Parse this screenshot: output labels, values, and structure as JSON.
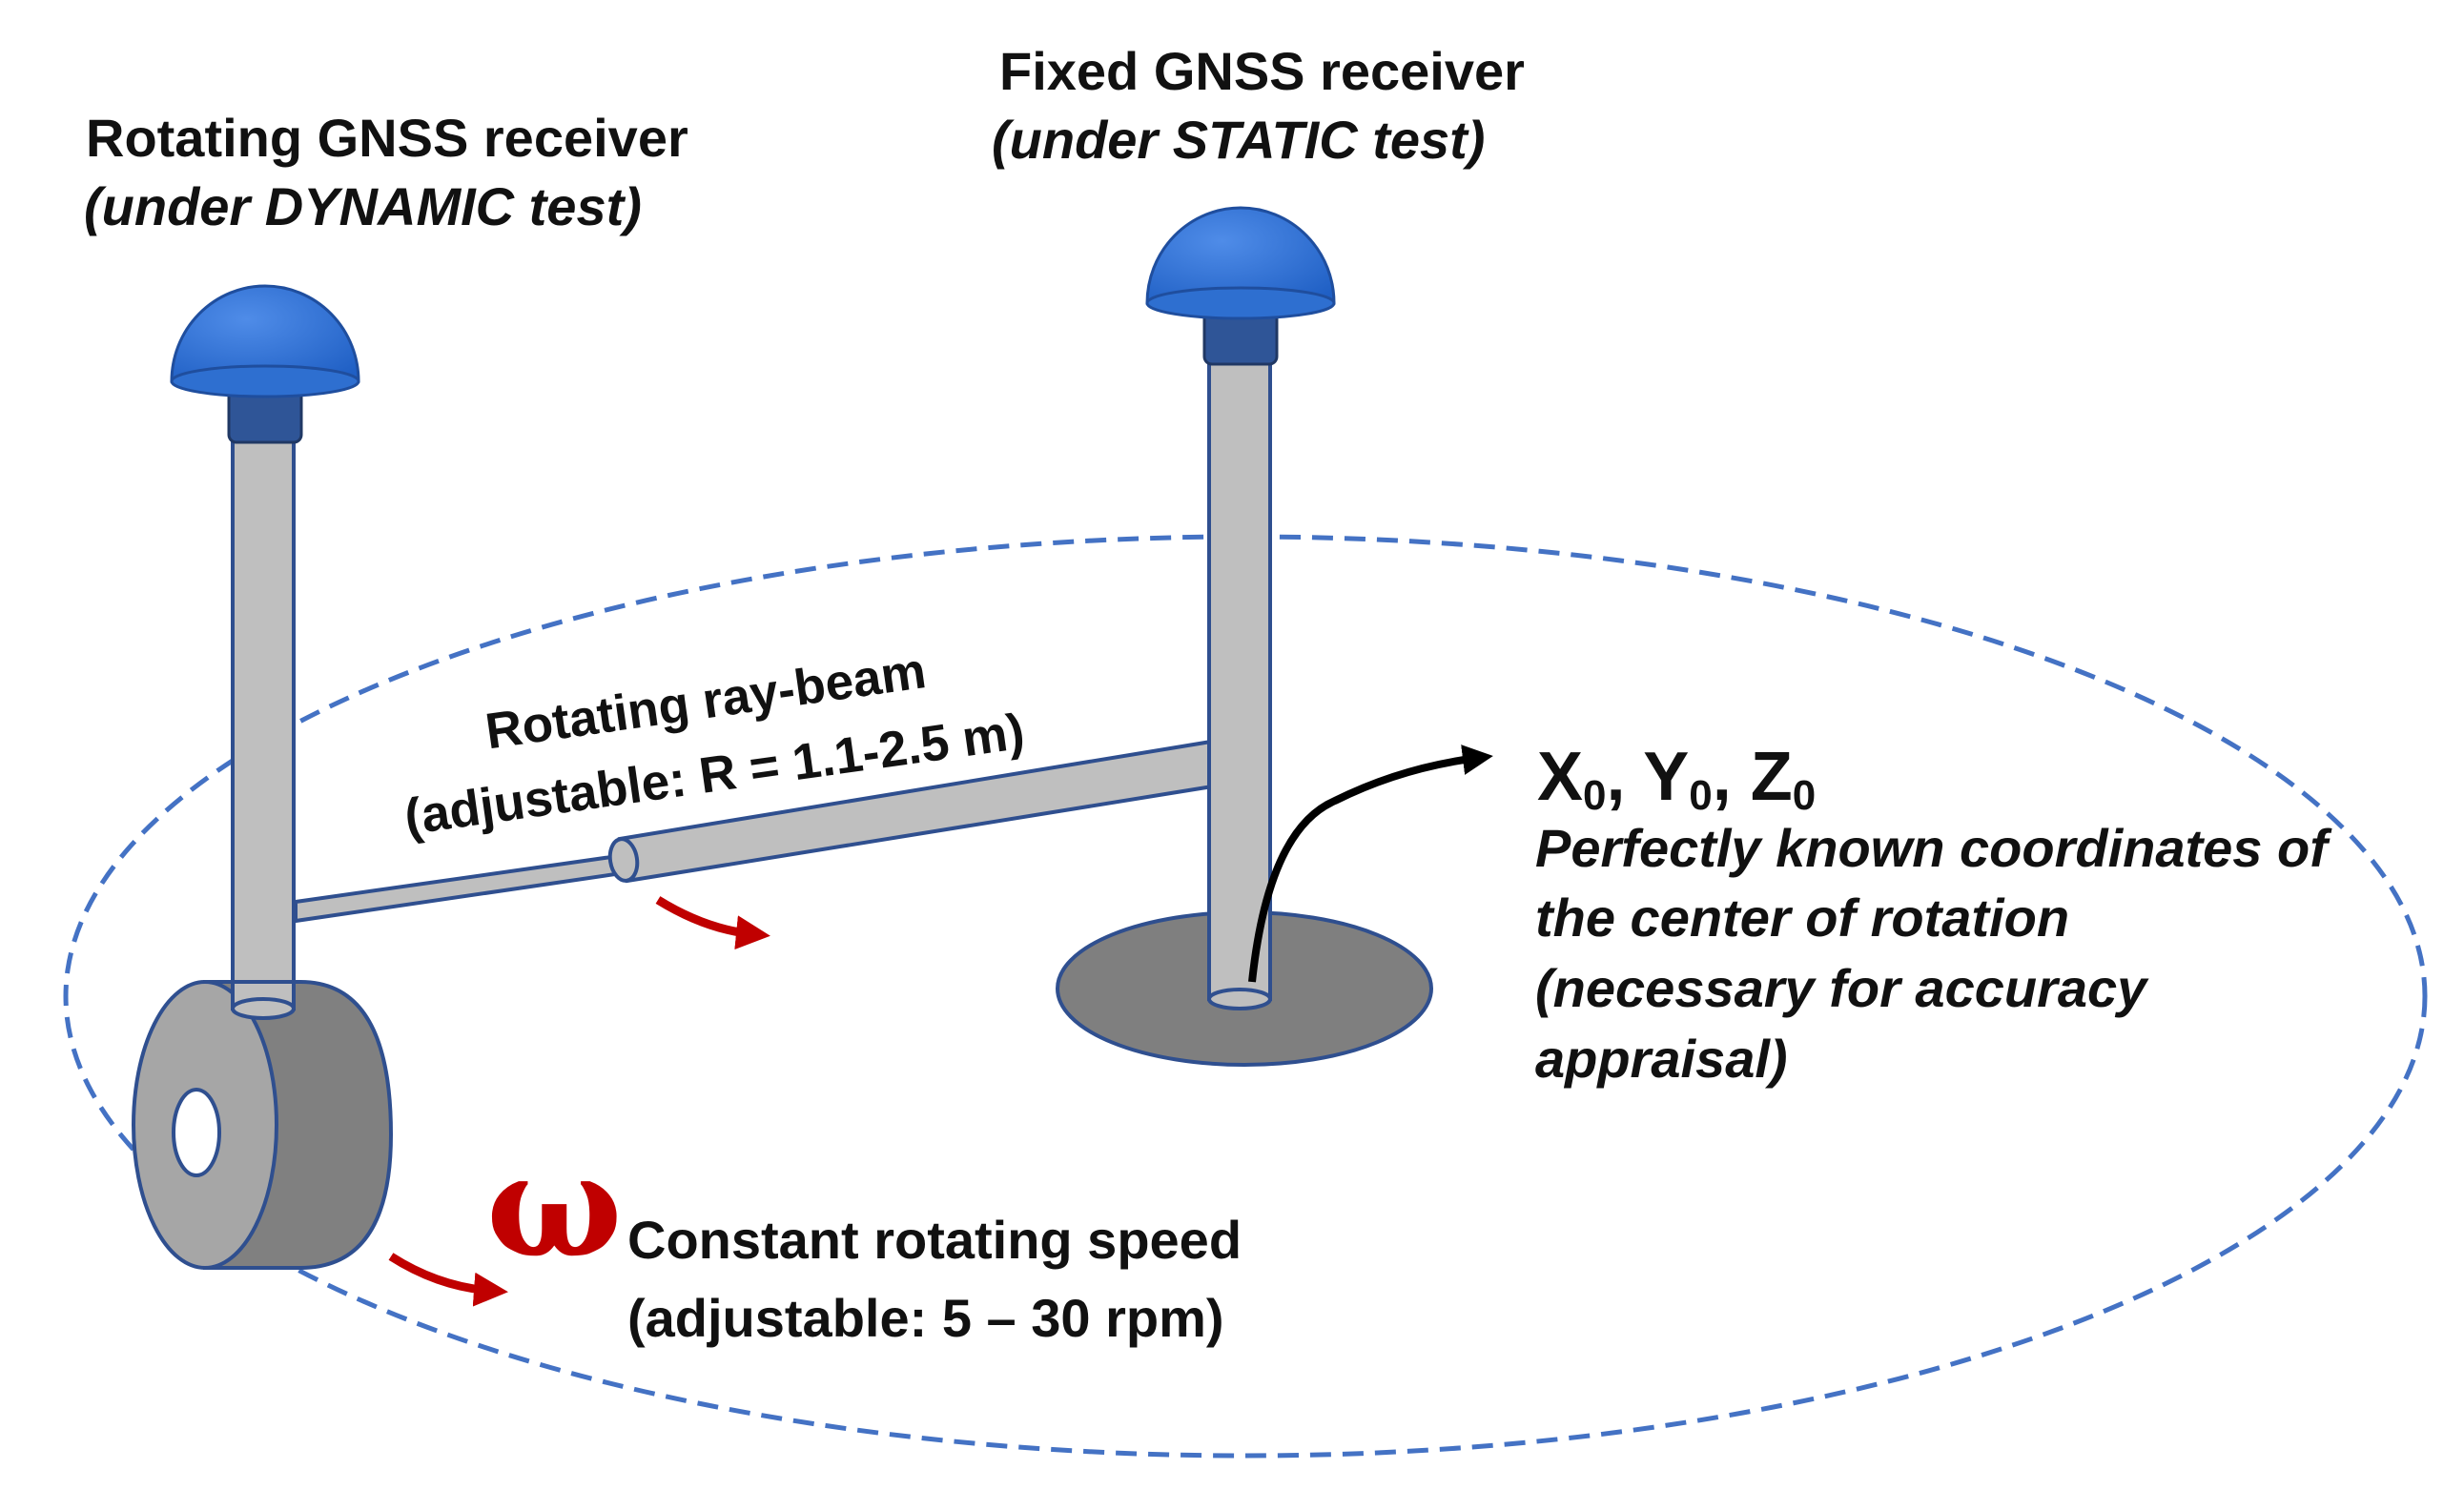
{
  "rotating_receiver": {
    "title": "Rotating GNSS receiver",
    "subtitle": "(under DYNAMIC test)"
  },
  "fixed_receiver": {
    "title": "Fixed GNSS receiver",
    "subtitle": "(under STATIC test)"
  },
  "ray_beam": {
    "line1": "Rotating ray-beam",
    "line2": "(adjustable: R = 1.1-2.5  m)"
  },
  "center": {
    "x": "X",
    "y": "Y",
    "z": "Z",
    "sub": "0",
    "sep": ", ",
    "desc1": "Perfectly known coordinates of",
    "desc2": "the center of rotation",
    "desc3": "(necessary for accuracy",
    "desc4": "appraisal)"
  },
  "speed": {
    "symbol": "ω",
    "line1": "Constant rotating speed",
    "line2": "(adjustable: 5 – 30 rpm)"
  },
  "colors": {
    "antenna_blue": "#2e6fd0",
    "antenna_neck": "#2f5597",
    "pole_gray": "#bfbfbf",
    "outline": "#2f4f8f",
    "base_gray": "#7f7f7f",
    "wheel_gray": "#808080",
    "dash_blue": "#4472c4",
    "arrow_red": "#c00000"
  }
}
